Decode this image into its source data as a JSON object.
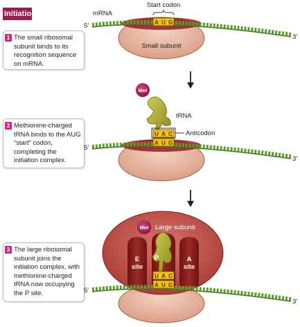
{
  "header": {
    "title": "Initiation"
  },
  "steps": [
    {
      "number": "1",
      "text": "The small ribosomal subunit binds to its recognition sequence on mRNA."
    },
    {
      "number": "2",
      "text": "Methionine-charged tRNA binds to the AUG “start” codon, completing the initiation complex."
    },
    {
      "number": "3",
      "text": "The large ribosomal subunit joins the initiation complex, with methionine-charged tRNA now occupying the P site."
    }
  ],
  "labels": {
    "mrna": "mRNA",
    "start_codon": "Start codon",
    "small_subunit": "Small subunit",
    "five_prime": "5′",
    "three_prime": "3′",
    "met": "Met",
    "trna": "tRNA",
    "anticodon": "Anticodon",
    "large_subunit": "Large subunit",
    "e_site": [
      "E",
      "site"
    ],
    "p_site": "P",
    "a_site": [
      "A",
      "site"
    ]
  },
  "codon": [
    "A",
    "U",
    "G"
  ],
  "anticodon": [
    "U",
    "A",
    "C"
  ],
  "colors": {
    "header": "#9e1b4d",
    "step_number": "#d6247c",
    "mrna": "#5e9e2c",
    "small_subunit": "#e4b59f",
    "ribosome_dark": "#8e1e1e",
    "large_subunit": "#c0534b",
    "trna": "#b5b233",
    "met": "#a3144e",
    "codon": "#f2c018"
  }
}
